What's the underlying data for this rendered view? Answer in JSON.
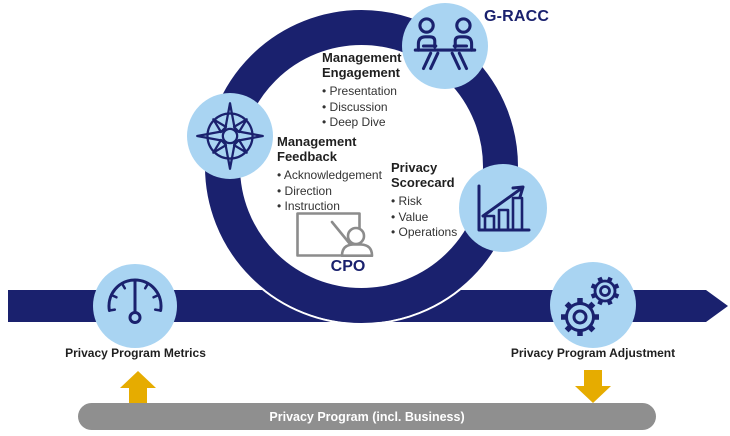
{
  "diagram": {
    "gracc_label": "G-RACC",
    "cpo_label": "CPO",
    "engagement": {
      "title": "Management Engagement",
      "items": [
        "• Presentation",
        "• Discussion",
        "• Deep Dive"
      ]
    },
    "feedback": {
      "title": "Management Feedback",
      "items": [
        "• Acknowledgement",
        "• Direction",
        "• Instruction"
      ]
    },
    "scorecard": {
      "title": "Privacy Scorecard",
      "items": [
        "• Risk",
        "• Value",
        "• Operations"
      ]
    },
    "metrics_label": "Privacy Program Metrics",
    "adjustment_label": "Privacy Program Adjustment",
    "program_bar_label": "Privacy Program (incl. Business)"
  },
  "colors": {
    "navy": "#1a216e",
    "light_blue": "#a9d4f2",
    "gold": "#e6ac00",
    "bar_gray": "#8f8f8f",
    "icon_gray": "#8c8c8c",
    "heading_text": "#1f1f1f",
    "body_text": "#333333",
    "white": "#ffffff"
  },
  "icons": [
    "loop-arrow-band",
    "meeting-table-icon",
    "compass-icon",
    "bar-chart-growth-icon",
    "gauge-icon",
    "gears-icon",
    "presenter-icon",
    "up-arrow-icon",
    "down-arrow-icon"
  ]
}
